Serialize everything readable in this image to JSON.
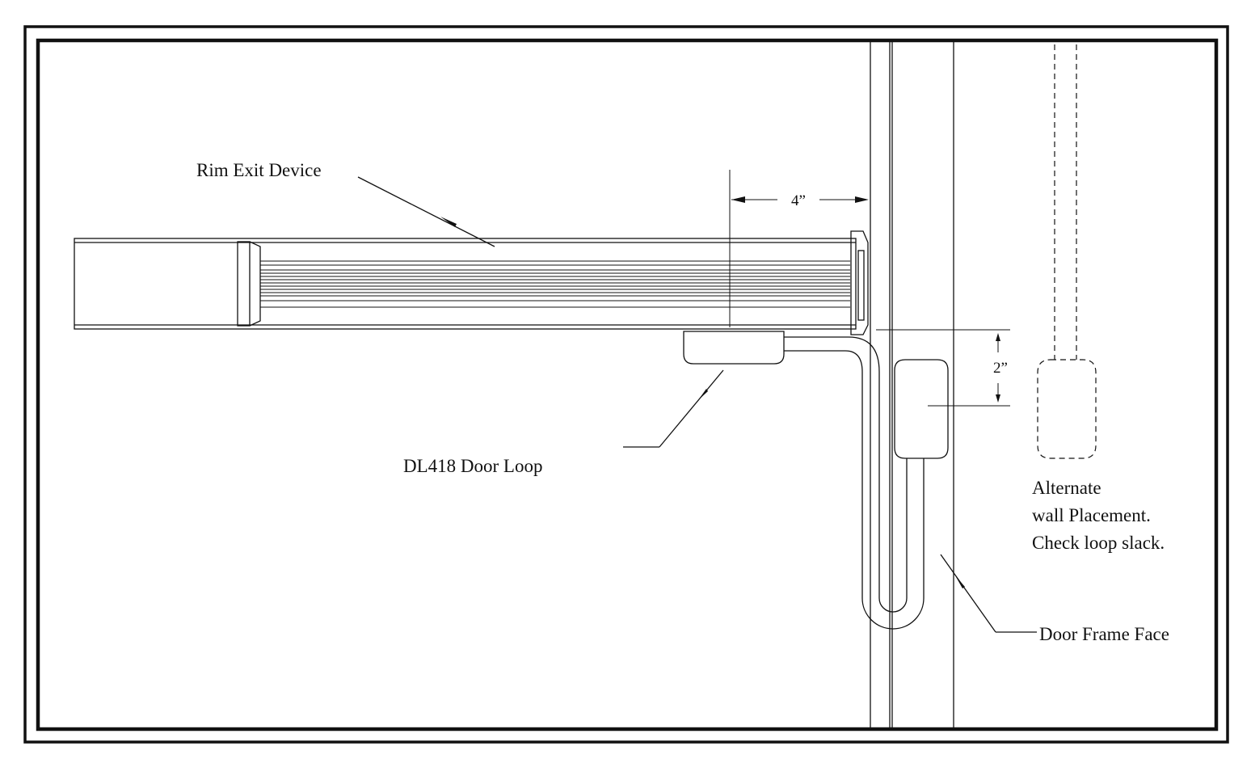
{
  "diagram": {
    "labels": {
      "rim_exit_device": "Rim Exit Device",
      "door_loop": "DL418 Door Loop",
      "door_frame_face": "Door Frame Face",
      "alternate_line1": "Alternate",
      "alternate_line2": "wall Placement.",
      "alternate_line3": "Check loop slack."
    },
    "dimensions": {
      "horizontal": "4”",
      "vertical": "2”"
    },
    "colors": {
      "line": "#111111",
      "background": "#ffffff"
    }
  }
}
